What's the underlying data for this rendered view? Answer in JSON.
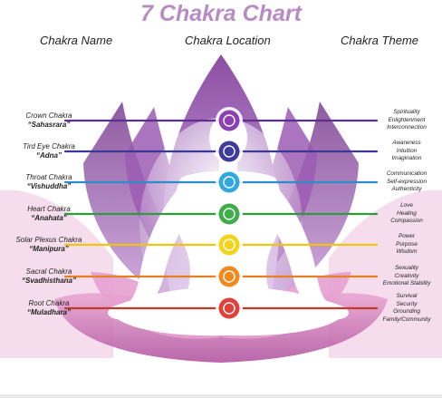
{
  "title": "7 Chakra Chart",
  "headers": {
    "name": "Chakra Name",
    "location": "Chakra Location",
    "theme": "Chakra Theme"
  },
  "colors": {
    "title": "#b98bc4",
    "lotus_dark": "#8a4d9e",
    "lotus_light": "#d9b8e3",
    "body": "#ffffff"
  },
  "chakras": [
    {
      "name": "Crown Chakra",
      "sanskrit": "“Sahasrara”",
      "themes": [
        "Spirituality",
        "Enlightenment",
        "Interconnection"
      ],
      "color": "#8c3fb3",
      "line_color": "#5b2f8a"
    },
    {
      "name": "Tird Eye Chakra",
      "sanskrit": "“Adna”",
      "themes": [
        "Awareness",
        "Intuition",
        "Imagination"
      ],
      "color": "#3e3b9c",
      "line_color": "#3a3a96"
    },
    {
      "name": "Throat Chakra",
      "sanskrit": "“Vishuddha”",
      "themes": [
        "Communication",
        "Self-expression",
        "Authenticity"
      ],
      "color": "#2ea8dd",
      "line_color": "#2c8cc8"
    },
    {
      "name": "Heart Chakra",
      "sanskrit": "“Anahata”",
      "themes": [
        "Love",
        "Healing",
        "Compassion"
      ],
      "color": "#3fae49",
      "line_color": "#2f9a3d"
    },
    {
      "name": "Solar Plexus Chakra",
      "sanskrit": "“Manipura”",
      "themes": [
        "Power",
        "Purpose",
        "Wisdom"
      ],
      "color": "#f5d31b",
      "line_color": "#f1c40f"
    },
    {
      "name": "Sacral Chakra",
      "sanskrit": "“Svadhisthana”",
      "themes": [
        "Sexuality",
        "Creativity",
        "Emotional Stability"
      ],
      "color": "#f08a1e",
      "line_color": "#e67e22"
    },
    {
      "name": "Root Chakra",
      "sanskrit": "“Muladhara”",
      "themes": [
        "Survival",
        "Security",
        "Grounding",
        "Family/Community"
      ],
      "color": "#e0413a",
      "line_color": "#c0392b"
    }
  ]
}
